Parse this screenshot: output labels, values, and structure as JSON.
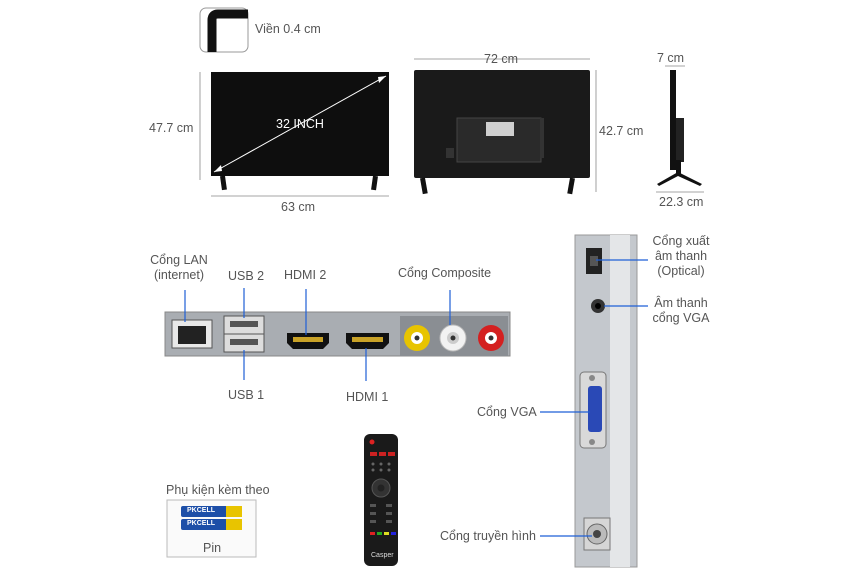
{
  "dimensions": {
    "bezel_label": "Viền 0.4 cm",
    "front_height": "47.7 cm",
    "screen_size": "32 INCH",
    "front_width": "63 cm",
    "back_width": "72 cm",
    "back_height": "42.7 cm",
    "side_depth": "7 cm",
    "stand_depth": "22.3 cm"
  },
  "ports": {
    "lan_line1": "Cổng LAN",
    "lan_line2": "(internet)",
    "usb2": "USB 2",
    "usb1": "USB 1",
    "hdmi2": "HDMI 2",
    "hdmi1": "HDMI 1",
    "composite": "Cổng Composite",
    "optical_line1": "Cổng xuất",
    "optical_line2": "âm thanh",
    "optical_line3": "(Optical)",
    "vga_audio_line1": "Âm thanh",
    "vga_audio_line2": "cổng VGA",
    "vga": "Cổng VGA",
    "antenna": "Cổng truyền hình"
  },
  "accessories": {
    "title": "Phụ kiện kèm theo",
    "battery_label": "Pin",
    "battery_brand": "PKCELL",
    "remote_brand": "Casper"
  },
  "colors": {
    "accent_blue": "#1f5fd6",
    "composite_yellow": "#e8c400",
    "composite_white": "#f2f2f2",
    "composite_red": "#d42020",
    "tv_black": "#111111",
    "panel_silver": "#b8bcc2"
  }
}
